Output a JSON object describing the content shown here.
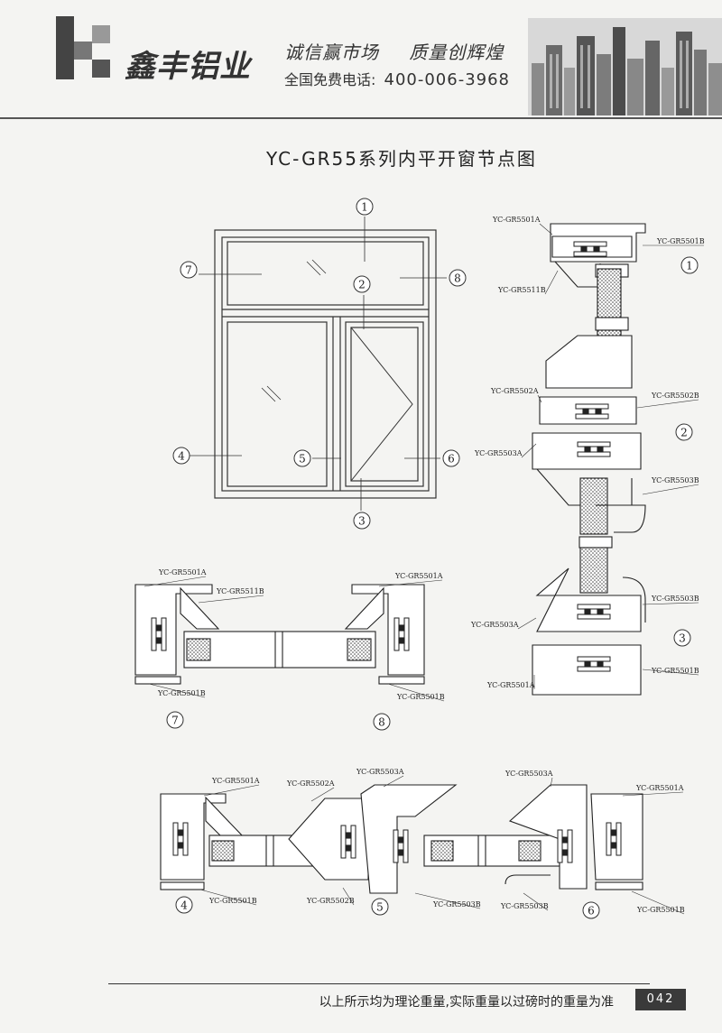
{
  "header": {
    "brand": "鑫丰铝业",
    "slogan_1": "诚信赢市场",
    "slogan_2": "质量创辉煌",
    "hotline_label": "全国免费电话:",
    "hotline_number": "400-006-3968"
  },
  "title": "YC-GR55系列内平开窗节点图",
  "window": {
    "callouts": [
      "1",
      "2",
      "3",
      "4",
      "5",
      "6",
      "7",
      "8"
    ]
  },
  "details": {
    "d1": {
      "num": "1",
      "labels": [
        "YC-GR5501A",
        "YC-GR5501B",
        "YC-GR5511B"
      ]
    },
    "d2": {
      "num": "2",
      "labels": [
        "YC-GR5502A",
        "YC-GR5502B",
        "YC-GR5503A",
        "YC-GR5503B"
      ]
    },
    "d3": {
      "num": "3",
      "labels": [
        "YC-GR5503B",
        "YC-GR5503A",
        "YC-GR5501A",
        "YC-GR5501B"
      ]
    },
    "d7": {
      "num": "7",
      "labels": [
        "YC-GR5501A",
        "YC-GR5511B",
        "YC-GR5501B"
      ]
    },
    "d8": {
      "num": "8",
      "labels": [
        "YC-GR5501A",
        "YC-GR5501B"
      ]
    },
    "d4": {
      "num": "4",
      "labels": [
        "YC-GR5501A",
        "YC-GR5501B"
      ]
    },
    "d5": {
      "num": "5",
      "labels": [
        "YC-GR5502A",
        "YC-GR5503A",
        "YC-GR5502B",
        "YC-GR5503B"
      ]
    },
    "d6": {
      "num": "6",
      "labels": [
        "YC-GR5503A",
        "YC-GR5501A",
        "YC-GR5503B",
        "YC-GR5501B"
      ]
    }
  },
  "footer": {
    "note": "以上所示均为理论重量,实际重量以过磅时的重量为准",
    "page": "042"
  }
}
